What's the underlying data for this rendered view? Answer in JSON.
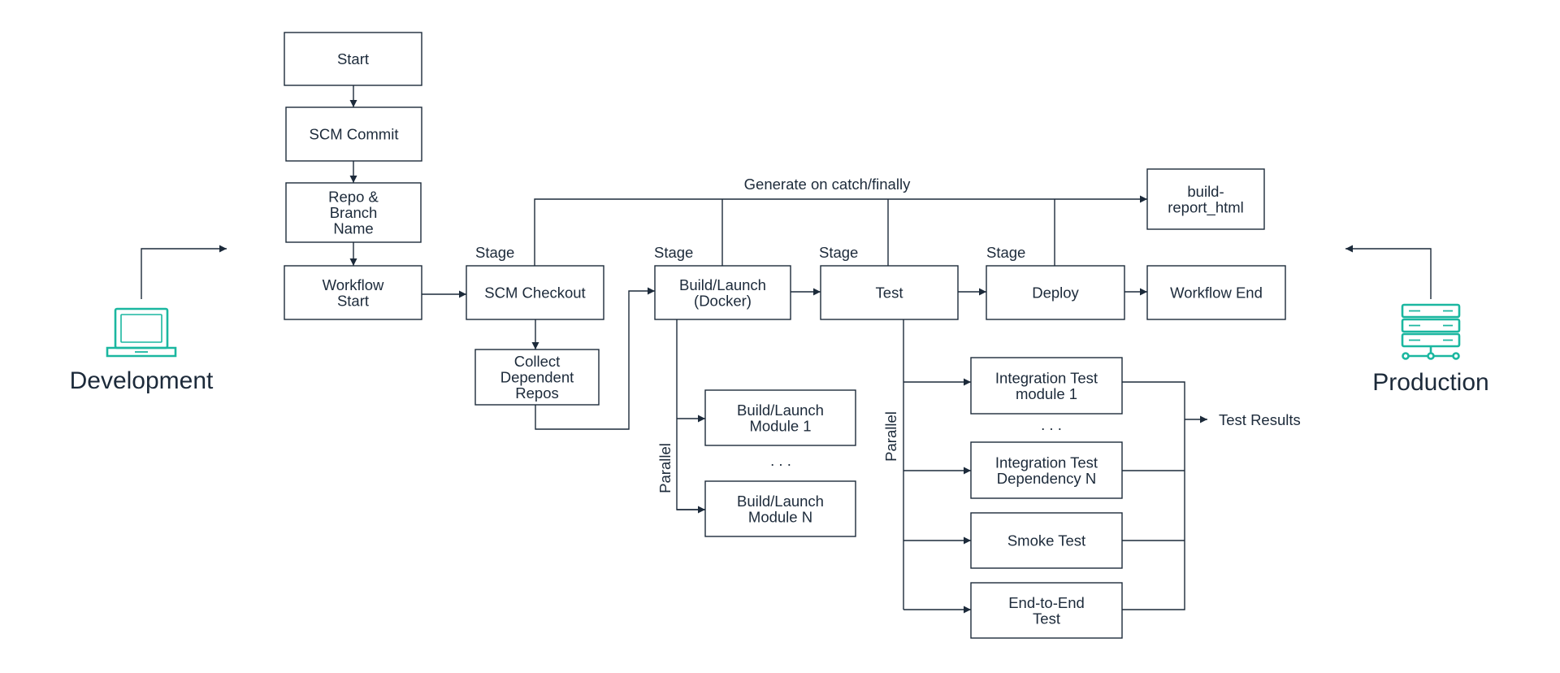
{
  "boxes": {
    "start": "Start",
    "scm_commit": "SCM Commit",
    "repo_branch": "Repo &|Branch|Name",
    "workflow_start": "Workflow|Start",
    "scm_checkout": "SCM Checkout",
    "collect_repos": "Collect|Dependent|Repos",
    "build_launch_docker": "Build/Launch|(Docker)",
    "test": "Test",
    "deploy": "Deploy",
    "workflow_end": "Workflow End",
    "build_report": "build-|report_html",
    "build_module_1": "Build/Launch|Module 1",
    "build_module_n": "Build/Launch|Module N",
    "integration_module_1": "Integration Test|module 1",
    "integration_dependency_n": "Integration Test|Dependency N",
    "smoke_test": "Smoke Test",
    "end_to_end_test": "End-to-End|Test"
  },
  "labels": {
    "generate": "Generate on catch/finally",
    "stage": "Stage",
    "parallel": "Parallel",
    "ellipsis": ". . .",
    "test_results": "Test Results",
    "development": "Development",
    "production": "Production"
  },
  "icons": {
    "development": "laptop-icon",
    "production": "server-icon"
  },
  "colors": {
    "line": "#1c2a3a",
    "icon_accent": "#1bb7a0",
    "background": "#ffffff"
  }
}
